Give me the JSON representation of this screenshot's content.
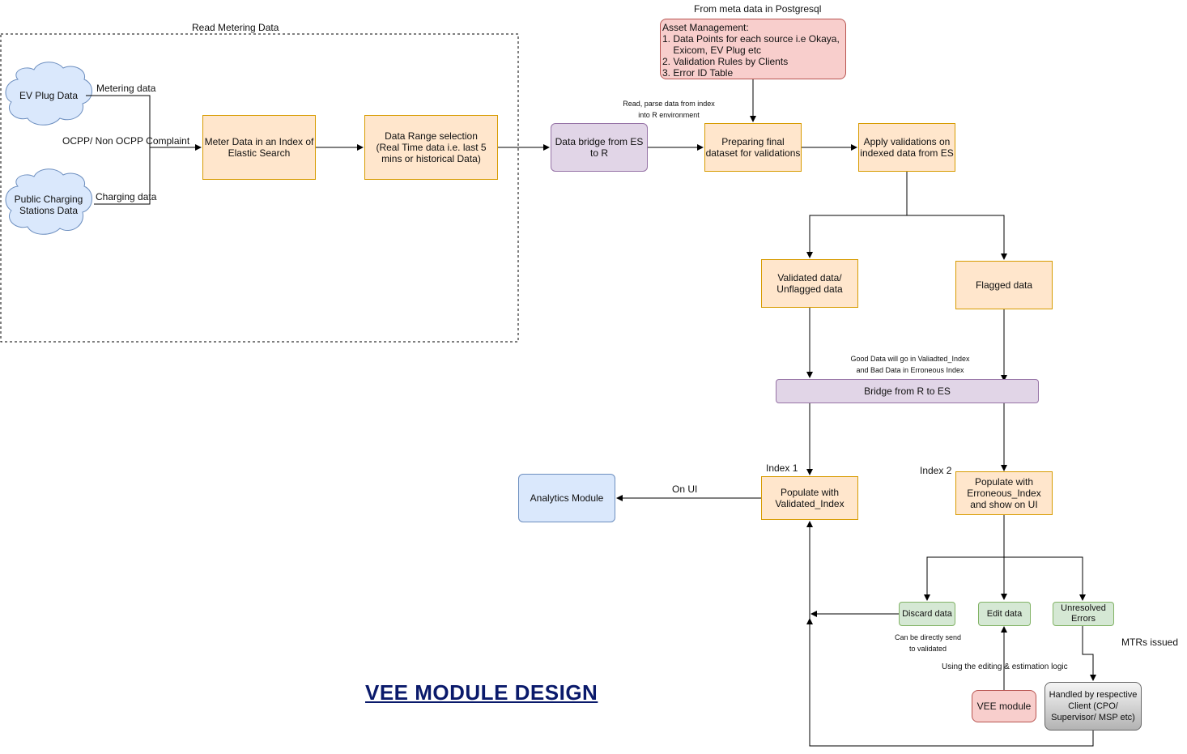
{
  "diagram": {
    "title": "VEE  MODULE DESIGN",
    "group_label": "Read Metering Data",
    "clouds": {
      "ev_plug": "EV Plug Data",
      "public_charging": "Public Charging\nStations Data"
    },
    "edge_labels": {
      "metering_data": "Metering data",
      "charging_data": "Charging data",
      "ocpp": "OCPP/ Non OCPP Complaint",
      "read_parse": "Read, parse data from index\ninto R environment",
      "from_meta": "From meta data in Postgresql",
      "good_bad": "Good Data will go in Valiadted_Index\nand Bad Data in Erroneous Index",
      "index1": "Index 1",
      "index2": "Index 2",
      "on_ui": "On UI",
      "can_be_sent": "Can be directly send\nto validated",
      "using_logic": "Using the editing & estimation logic",
      "mtrs": "MTRs issued"
    },
    "nodes": {
      "meter_index": "Meter Data in an Index of\nElastic Search",
      "data_range": "Data Range selection\n(Real Time data i.e. last 5\nmins or historical Data)",
      "bridge_es_r": "Data bridge from ES\nto R",
      "asset_mgmt": "Asset Management:\n1. Data Points for each source i.e Okaya,\n    Exicom, EV Plug etc\n2. Validation Rules by Clients\n3. Error ID Table",
      "preparing": "Preparing final\ndataset for validations",
      "apply_validations": "Apply validations on\nindexed data from ES",
      "validated": "Validated data/\nUnflagged data",
      "flagged": "Flagged data",
      "bridge_r_es": "Bridge from R to ES",
      "populate_validated": "Populate with\nValidated_Index",
      "populate_erroneous": "Populate with\nErroneous_Index\nand  show on UI",
      "analytics": "Analytics Module",
      "discard": "Discard data",
      "edit": "Edit data",
      "unresolved": "Unresolved\nErrors",
      "vee_module": "VEE module",
      "handled_by": "Handled by respective\nClient (CPO/\nSupervisor/ MSP etc)"
    }
  }
}
